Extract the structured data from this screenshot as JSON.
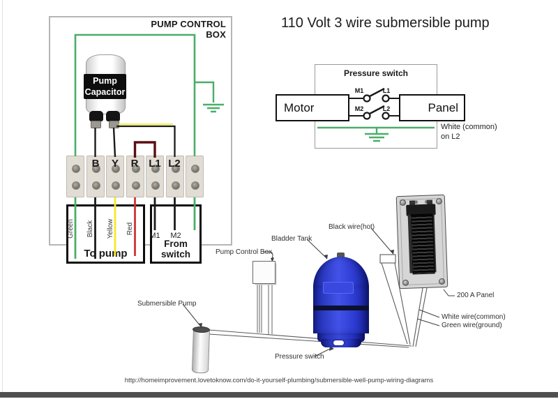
{
  "title": "110 Volt 3 wire submersible pump",
  "colors": {
    "green_wire": "#4aae68",
    "yellow_wire": "#f2ea2a",
    "red_wire": "#cf3333",
    "maroon_jumper": "#5c0e14",
    "black_wire": "#1a1a1a",
    "tank_blue": "#2c3ad0",
    "tank_blue_dark": "#1c2aa8"
  },
  "control_box": {
    "title": "PUMP CONTROL BOX",
    "capacitor": {
      "line1": "Pump",
      "line2": "Capacitor"
    },
    "terminal_labels": [
      "B",
      "Y",
      "R",
      "L1",
      "L2"
    ],
    "to_pump": {
      "label": "To pump",
      "wires": [
        "Green",
        "Black",
        "Yellow",
        "Red"
      ]
    },
    "from_switch": {
      "label": "From switch",
      "wires": [
        "M1",
        "M2"
      ]
    }
  },
  "pressure_switch_schematic": {
    "title": "Pressure switch",
    "left_box": "Motor",
    "right_box": "Panel",
    "contacts": {
      "top_left": "M1",
      "top_right": "L1",
      "bottom_left": "M2",
      "bottom_right": "L2"
    },
    "note_line1": "White (common)",
    "note_line2": "on L2"
  },
  "installation": {
    "labels": {
      "pump_control_box": "Pump Control Box",
      "submersible_pump": "Submersible Pump",
      "bladder_tank": "Bladder Tank",
      "black_wire": "Black wire(hot)",
      "pressure_switch": "Pressure switch",
      "panel": "200 A Panel",
      "white_wire": "White wire(common)",
      "green_wire": "Green wire(ground)"
    }
  },
  "footer": {
    "source_url": "http://homeimprovement.lovetoknow.com/do-it-yourself-plumbing/submersible-well-pump-wiring-diagrams"
  }
}
